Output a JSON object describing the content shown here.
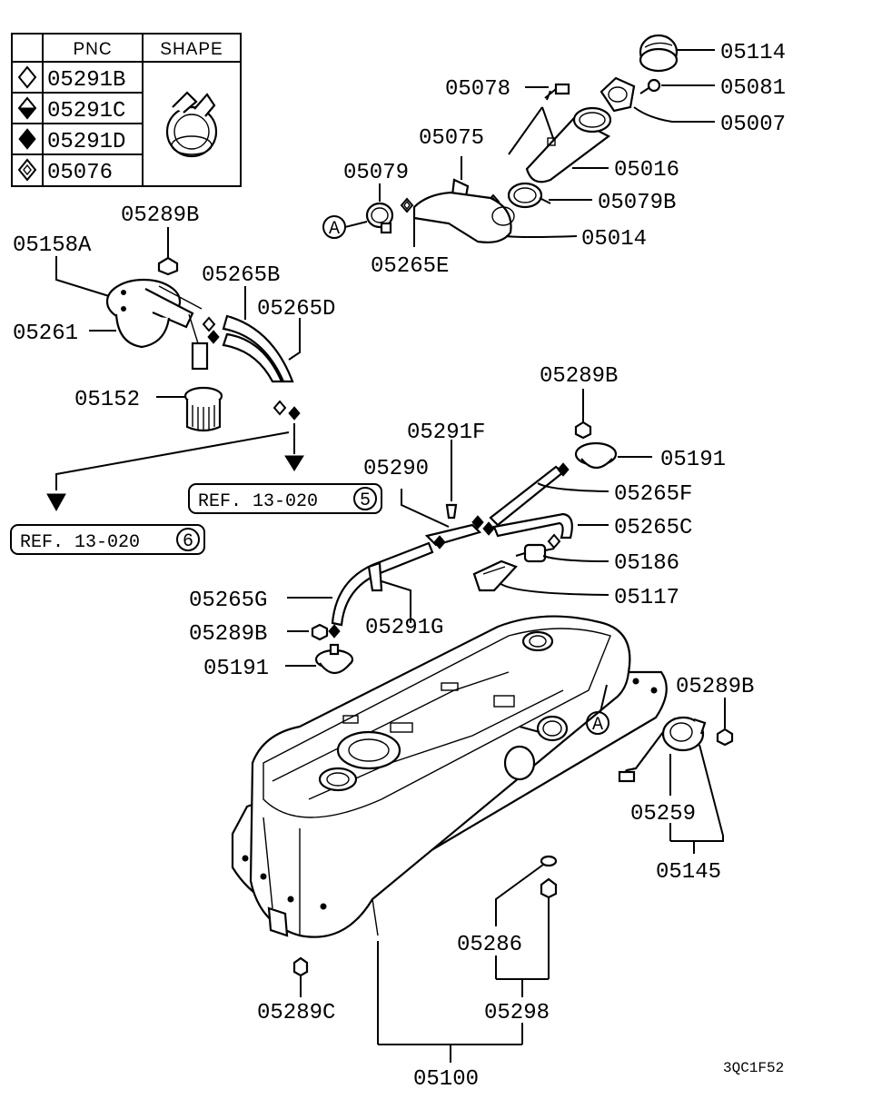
{
  "legend": {
    "header_pnc": "PNC",
    "header_shape": "SHAPE",
    "rows": [
      {
        "symbol": "hollow-diamond",
        "code": "05291B"
      },
      {
        "symbol": "half-filled-diamond",
        "code": "05291C"
      },
      {
        "symbol": "filled-diamond",
        "code": "05291D"
      },
      {
        "symbol": "cross-diamond",
        "code": "05076"
      }
    ]
  },
  "labels": {
    "p05114": "05114",
    "p05078": "05078",
    "p05081": "05081",
    "p05007": "05007",
    "p05075": "05075",
    "p05016": "05016",
    "p05079": "05079",
    "p05079b": "05079B",
    "p05014": "05014",
    "p05265e": "05265E",
    "p05289b_top": "05289B",
    "p05158a": "05158A",
    "p05265b": "05265B",
    "p05265d": "05265D",
    "p05261": "05261",
    "p05152": "05152",
    "p05289b_mid": "05289B",
    "p05291f": "05291F",
    "p05191_top": "05191",
    "p05290": "05290",
    "p05265f": "05265F",
    "p05265c": "05265C",
    "p05186": "05186",
    "p05117": "05117",
    "p05265g": "05265G",
    "p05291g": "05291G",
    "p05289b_left": "05289B",
    "p05191_left": "05191",
    "p05289b_right": "05289B",
    "p05259": "05259",
    "p05145": "05145",
    "p05286": "05286",
    "p05298": "05298",
    "p05289c": "05289C",
    "p05100": "05100"
  },
  "refs": {
    "ref5_text": "REF. 13-020",
    "ref5_num": "5",
    "ref6_text": "REF. 13-020",
    "ref6_num": "6"
  },
  "markers": {
    "a_left": "A",
    "a_tank": "A"
  },
  "figure_code": "3QC1F52"
}
